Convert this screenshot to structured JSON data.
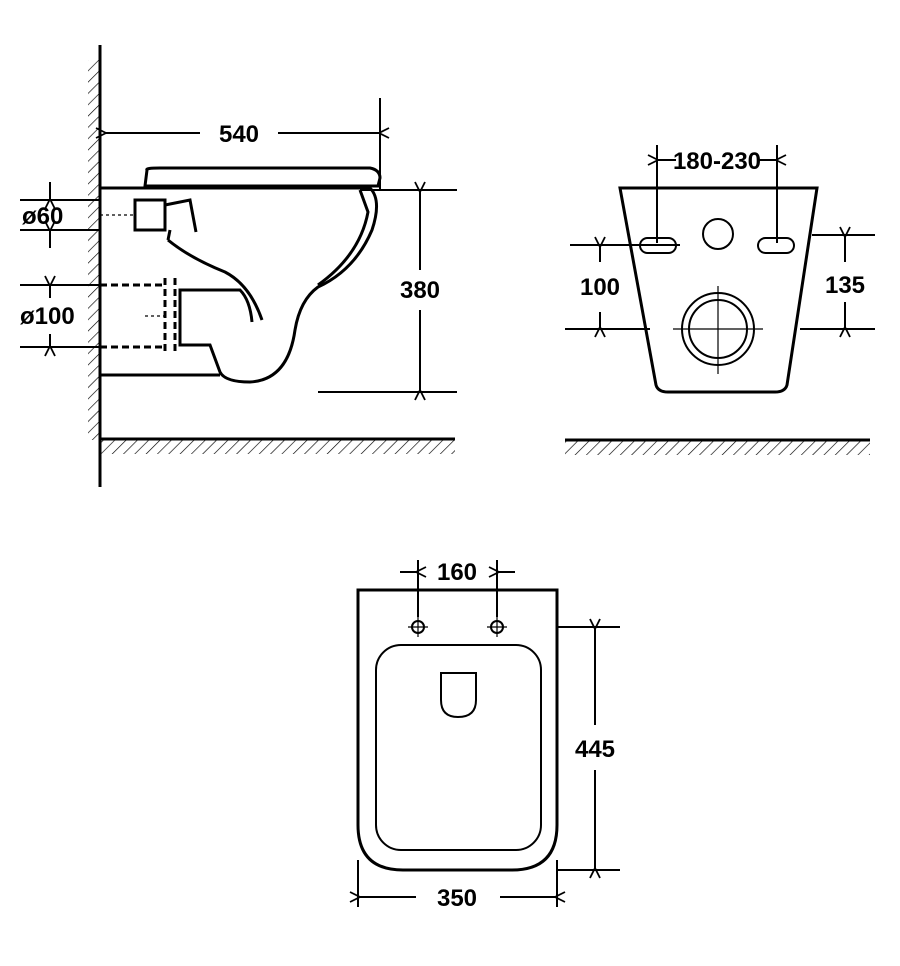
{
  "side_view": {
    "width_label": "540",
    "height_label": "380",
    "inlet_label": "ø60",
    "outlet_label": "ø100"
  },
  "rear_view": {
    "bolt_spacing_label": "180-230",
    "outlet_height_label": "100",
    "bolt_height_label": "135"
  },
  "top_view": {
    "seat_hole_spacing_label": "160",
    "length_label": "445",
    "width_label": "350"
  }
}
